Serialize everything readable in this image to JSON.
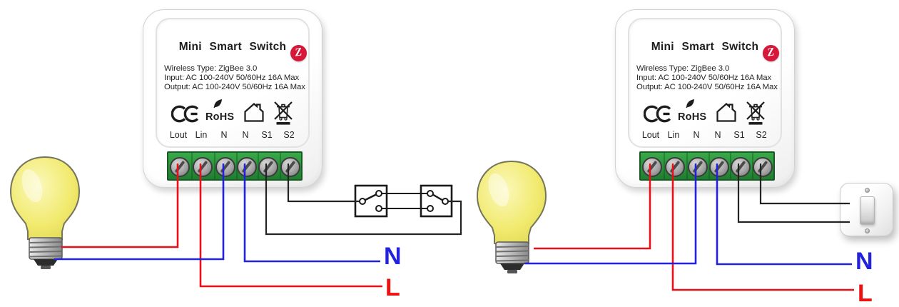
{
  "diagrams": {
    "left": {
      "device": {
        "title": "Mini Smart Switch",
        "logo_letter": "Z",
        "logo_icon": "zigbee-logo-icon",
        "specs": [
          "Wireless Type: ZigBee 3.0",
          "Input: AC 100-240V 50/60Hz 16A Max",
          "Output: AC 100-240V 50/60Hz 16A Max"
        ],
        "marks": {
          "ce": "CE",
          "rohs": "RoHS"
        },
        "cert_icons": [
          "ce-mark-icon",
          "rohs-leaf-icon",
          "indoor-use-house-icon",
          "weee-crossed-bin-icon"
        ],
        "terminals": [
          "Lout",
          "Lin",
          "N",
          "N",
          "S1",
          "S2"
        ]
      },
      "external_switch": "two-way-switch-schematic",
      "wire_labels": {
        "neutral": "N",
        "live": "L"
      }
    },
    "right": {
      "device": {
        "title": "Mini Smart Switch",
        "logo_letter": "Z",
        "logo_icon": "zigbee-logo-icon",
        "specs": [
          "Wireless Type: ZigBee 3.0",
          "Input: AC 100-240V 50/60Hz 16A Max",
          "Output: AC 100-240V 50/60Hz 16A Max"
        ],
        "marks": {
          "ce": "CE",
          "rohs": "RoHS"
        },
        "cert_icons": [
          "ce-mark-icon",
          "rohs-leaf-icon",
          "indoor-use-house-icon",
          "weee-crossed-bin-icon"
        ],
        "terminals": [
          "Lout",
          "Lin",
          "N",
          "N",
          "S1",
          "S2"
        ]
      },
      "external_switch": "single-rocker-wall-switch",
      "wire_labels": {
        "neutral": "N",
        "live": "L"
      }
    }
  },
  "colors": {
    "live_wire": "#e8101a",
    "neutral_wire": "#2222dd",
    "switch_wire": "#232323",
    "terminal_block_green": "#2b923c",
    "zigbee_logo_red": "#d6173a",
    "bulb_yellow": "#f1ea6e"
  }
}
